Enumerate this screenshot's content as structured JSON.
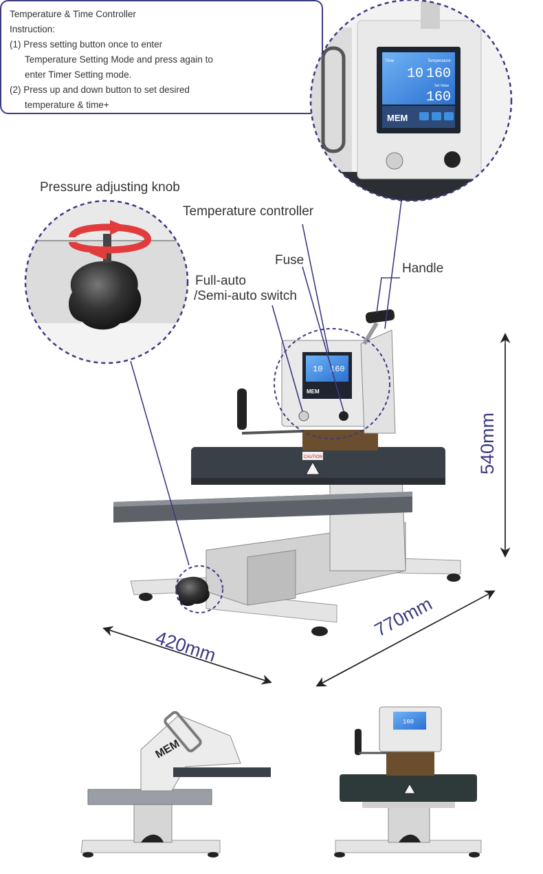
{
  "instruction_box": {
    "title": "Temperature & Time Controller",
    "heading": "Instruction:",
    "step1_line1": "(1) Press setting button once to enter",
    "step1_line2": "Temperature Setting Mode and press again to",
    "step1_line3": "enter Timer Setting mode.",
    "step2_line1": "(2) Press up and down button to set desired",
    "step2_line2": "temperature & time+"
  },
  "controller_display": {
    "brand": "MEM",
    "time_label": "Time",
    "temp_label": "Temperature",
    "set_label": "Set Value",
    "time_value": "10",
    "temp_value": "160",
    "set_value": "160"
  },
  "labels": {
    "pressure_knob": "Pressure adjusting knob",
    "temperature_controller": "Temperature controller",
    "fuse": "Fuse",
    "handle": "Handle",
    "switch_line1": "Full-auto",
    "switch_line2": "/Semi-auto switch"
  },
  "dimensions": {
    "height": "540mm",
    "depth": "770mm",
    "width": "420mm"
  },
  "machine": {
    "brand": "MEM",
    "caution": "CAUTION"
  },
  "colors": {
    "accent": "#3b3a82",
    "platen": "#3a4047",
    "frame": "#e4e4e4",
    "lcd": "#3f8fe0",
    "arrow_red": "#e23b3b"
  }
}
